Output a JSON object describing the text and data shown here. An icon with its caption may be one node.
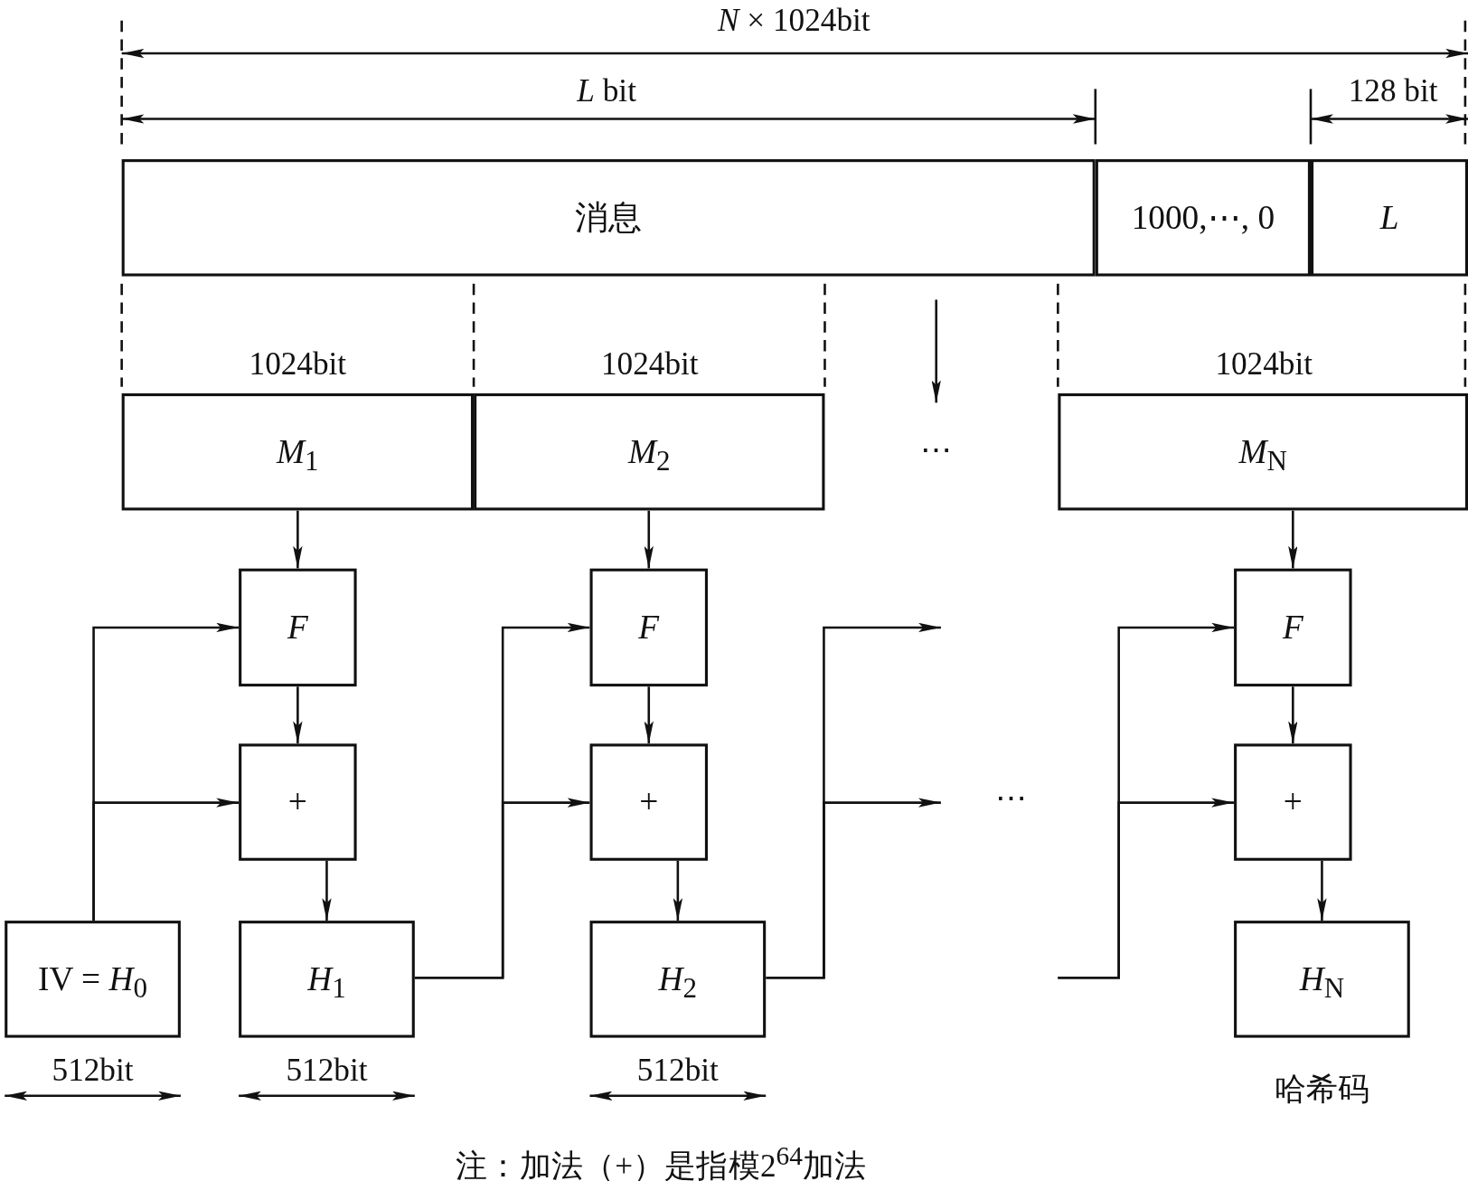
{
  "diagram": {
    "nodes": [
      {
        "text": [
          "消息"
        ]
      },
      {
        "text": [
          "1000,⋯, 0"
        ]
      },
      {
        "text": [
          "L"
        ]
      },
      {
        "text": [
          "*M*$_{1}$"
        ]
      },
      {
        "text": [
          "*M*$_{2}$"
        ]
      },
      {
        "text": [
          "*M*$_{N}$"
        ]
      },
      {
        "text": [
          "F"
        ]
      },
      {
        "text": [
          "+"
        ]
      },
      {
        "text": [
          "IV = *H*$_{0}$"
        ],
        "beside": [
          "512bit"
        ]
      },
      {
        "text": [
          "*H*$_{1}$"
        ],
        "beside": [
          "512bit"
        ]
      },
      {
        "text": [
          "F"
        ]
      },
      {
        "text": [
          "+"
        ]
      },
      {
        "text": [
          "*H*$_{2}$"
        ],
        "beside": [
          "512bit"
        ]
      },
      {
        "text": [
          "F"
        ]
      },
      {
        "text": [
          "+"
        ]
      },
      {
        "text": [
          "*H*$_{N}$"
        ],
        "beside": [
          "哈希码"
        ]
      }
    ],
    "edges": [
      {
        "from": 3,
        "to": 6,
        "arrow": "to"
      },
      {
        "from": 8,
        "to": 6,
        "arrow": "to"
      },
      {
        "from": 8,
        "to": 7,
        "arrow": "to"
      },
      {
        "from": 6,
        "to": 7,
        "arrow": "to"
      },
      {
        "from": 7,
        "to": 9,
        "arrow": "to"
      },
      {
        "from": 4,
        "to": 10,
        "arrow": "to"
      },
      {
        "from": 9,
        "to": 10,
        "arrow": "to"
      },
      {
        "from": 9,
        "to": 11,
        "arrow": "to"
      },
      {
        "from": 10,
        "to": 11,
        "arrow": "to"
      },
      {
        "from": 11,
        "to": 12,
        "arrow": "to"
      },
      {
        "from": 12,
        "to": null,
        "arrow": "to"
      },
      {
        "from": 12,
        "to": null,
        "arrow": "to"
      },
      {
        "from": 5,
        "to": 13,
        "arrow": "to"
      },
      {
        "from": null,
        "to": 13,
        "arrow": "to"
      },
      {
        "from": null,
        "to": 14,
        "arrow": "to"
      },
      {
        "from": 13,
        "to": 14,
        "arrow": "to"
      },
      {
        "from": 14,
        "to": 15,
        "arrow": "to"
      }
    ],
    "labels": [
      "*N* × 1024bit",
      "*L* bit",
      "128 bit",
      "1024bit",
      "1024bit",
      "1024bit",
      "⋯",
      "⋯",
      "注：加法（+）是指模2$^{64}$加法"
    ]
  }
}
